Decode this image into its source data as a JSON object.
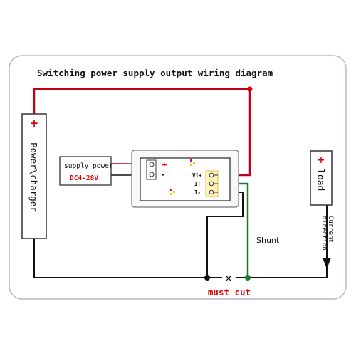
{
  "title": "Switching power supply output wiring diagram",
  "power_charger": {
    "label": "Power\\charger",
    "plus": "+",
    "minus": "—"
  },
  "supply_box": {
    "line1": "supply power",
    "line2": "DC4-28V"
  },
  "meter": {
    "plus": "+",
    "minus": "-",
    "pins": [
      "Vi+",
      "I+",
      "I-"
    ]
  },
  "load": {
    "label": "load",
    "plus": "+",
    "minus": "—"
  },
  "current_label": "Current direction",
  "shunt_label": "Shunt",
  "must_cut_label": "must cut",
  "cut_mark": "×",
  "colors": {
    "red_wire": "#c0001a",
    "green_wire": "#1a7a2e",
    "black_wire": "#111111",
    "accent_red": "#e00000",
    "connector_yellow": "#fff3b0"
  }
}
